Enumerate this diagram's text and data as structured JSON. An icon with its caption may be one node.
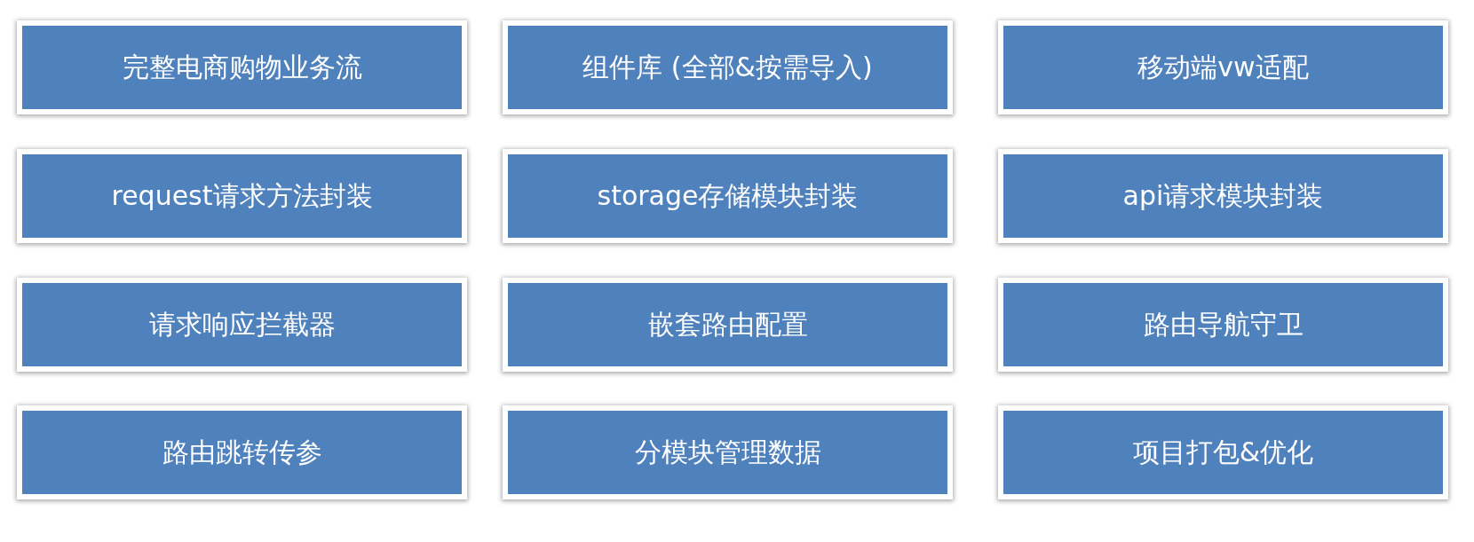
{
  "diagram": {
    "nodes": [
      {
        "text": [
          "完整电商购物业务流"
        ]
      },
      {
        "text": [
          "组件库 (全部&按需导入)"
        ]
      },
      {
        "text": [
          "移动端vw适配"
        ]
      },
      {
        "text": [
          "request请求方法封装"
        ]
      },
      {
        "text": [
          "storage存储模块封装"
        ]
      },
      {
        "text": [
          "api请求模块封装"
        ]
      },
      {
        "text": [
          "请求响应拦截器"
        ]
      },
      {
        "text": [
          "嵌套路由配置"
        ]
      },
      {
        "text": [
          "路由导航守卫"
        ]
      },
      {
        "text": [
          "路由跳转传参"
        ]
      },
      {
        "text": [
          "分模块管理数据"
        ]
      },
      {
        "text": [
          "项目打包&优化"
        ]
      }
    ]
  }
}
